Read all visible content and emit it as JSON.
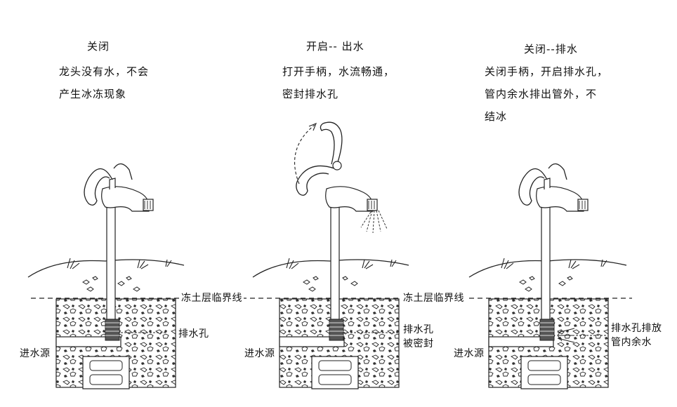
{
  "panels": [
    {
      "state": "关闭",
      "desc": [
        "龙头没有水，不会",
        "产生冰冻现象"
      ],
      "hole_label": [
        "排水孔"
      ],
      "inlet_label": "进水源"
    },
    {
      "state": "开启-- 出水",
      "desc": [
        "打开手柄，水流畅通，",
        "密封排水孔"
      ],
      "hole_label": [
        "排水孔",
        "被密封"
      ],
      "inlet_label": "进水源"
    },
    {
      "state": "关闭--排水",
      "desc": [
        "关闭手柄，开启排水孔，",
        "管内余水排出管外，不",
        "结冰"
      ],
      "hole_label": [
        "排水孔排放",
        "管内余水"
      ],
      "inlet_label": "进水源"
    }
  ],
  "frost_line_label": "冻土层临界线"
}
